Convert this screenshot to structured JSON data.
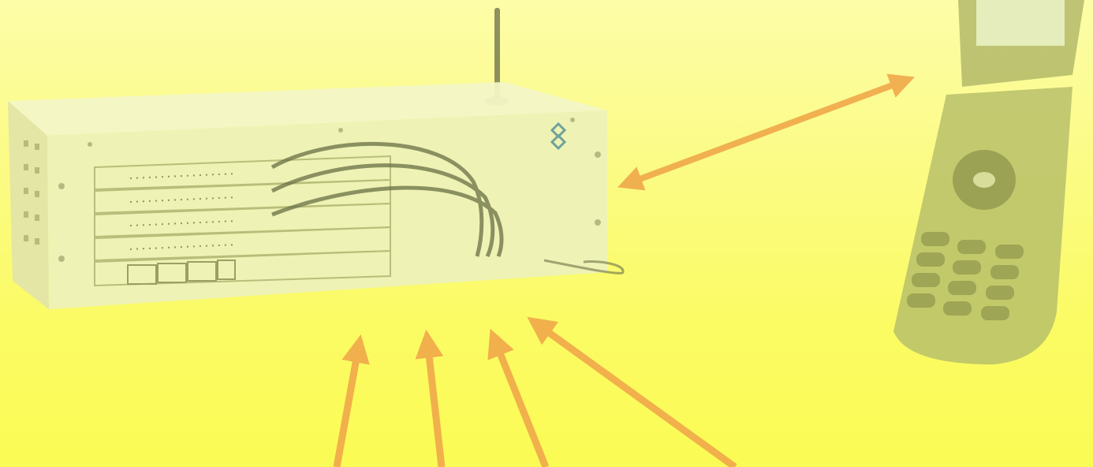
{
  "scene": {
    "background_top": "#fdfda8",
    "background_bottom": "#fbfb55",
    "arrow_color": "#f0a84a",
    "device_color": "#eef2b4",
    "phone_color": "#b7bf6a"
  },
  "elements": {
    "rack_device": "gateway-rack-unit",
    "antenna": "antenna",
    "mobile_phone": "flip-mobile-phone",
    "bidirectional_arrow": "double-headed-arrow",
    "incoming_arrows": [
      "arrow-1",
      "arrow-2",
      "arrow-3",
      "arrow-4"
    ]
  }
}
